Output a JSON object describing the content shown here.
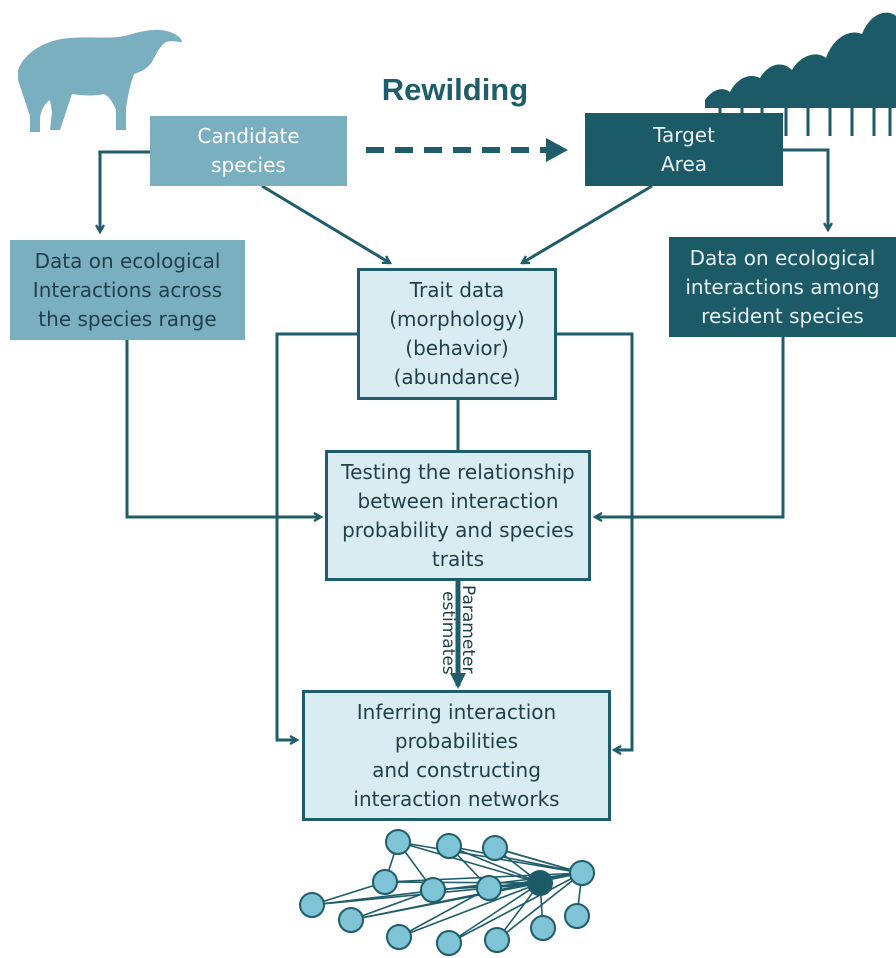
{
  "title": "Rewilding",
  "boxes": {
    "candidate": "Candidate\nspecies",
    "target": "Target\nArea",
    "data_range": "Data on ecological\nInteractions across\nthe species range",
    "data_resident": "Data on ecological\ninteractions among\nresident species",
    "trait": "Trait data\n(morphology)\n(behavior)\n(abundance)",
    "testing": "Testing the relationship\nbetween interaction\nprobability and species\ntraits",
    "inferring": "Inferring interaction\nprobabilities\nand constructing\ninteraction networks"
  },
  "labels": {
    "parameter": "Parameter",
    "estimates": "estimates"
  },
  "colors": {
    "light": "#7aafc0",
    "dark": "#1b5a66",
    "pale": "#d9ecf2",
    "stroke": "#1f5d6a",
    "node": "#7ec3d6"
  }
}
